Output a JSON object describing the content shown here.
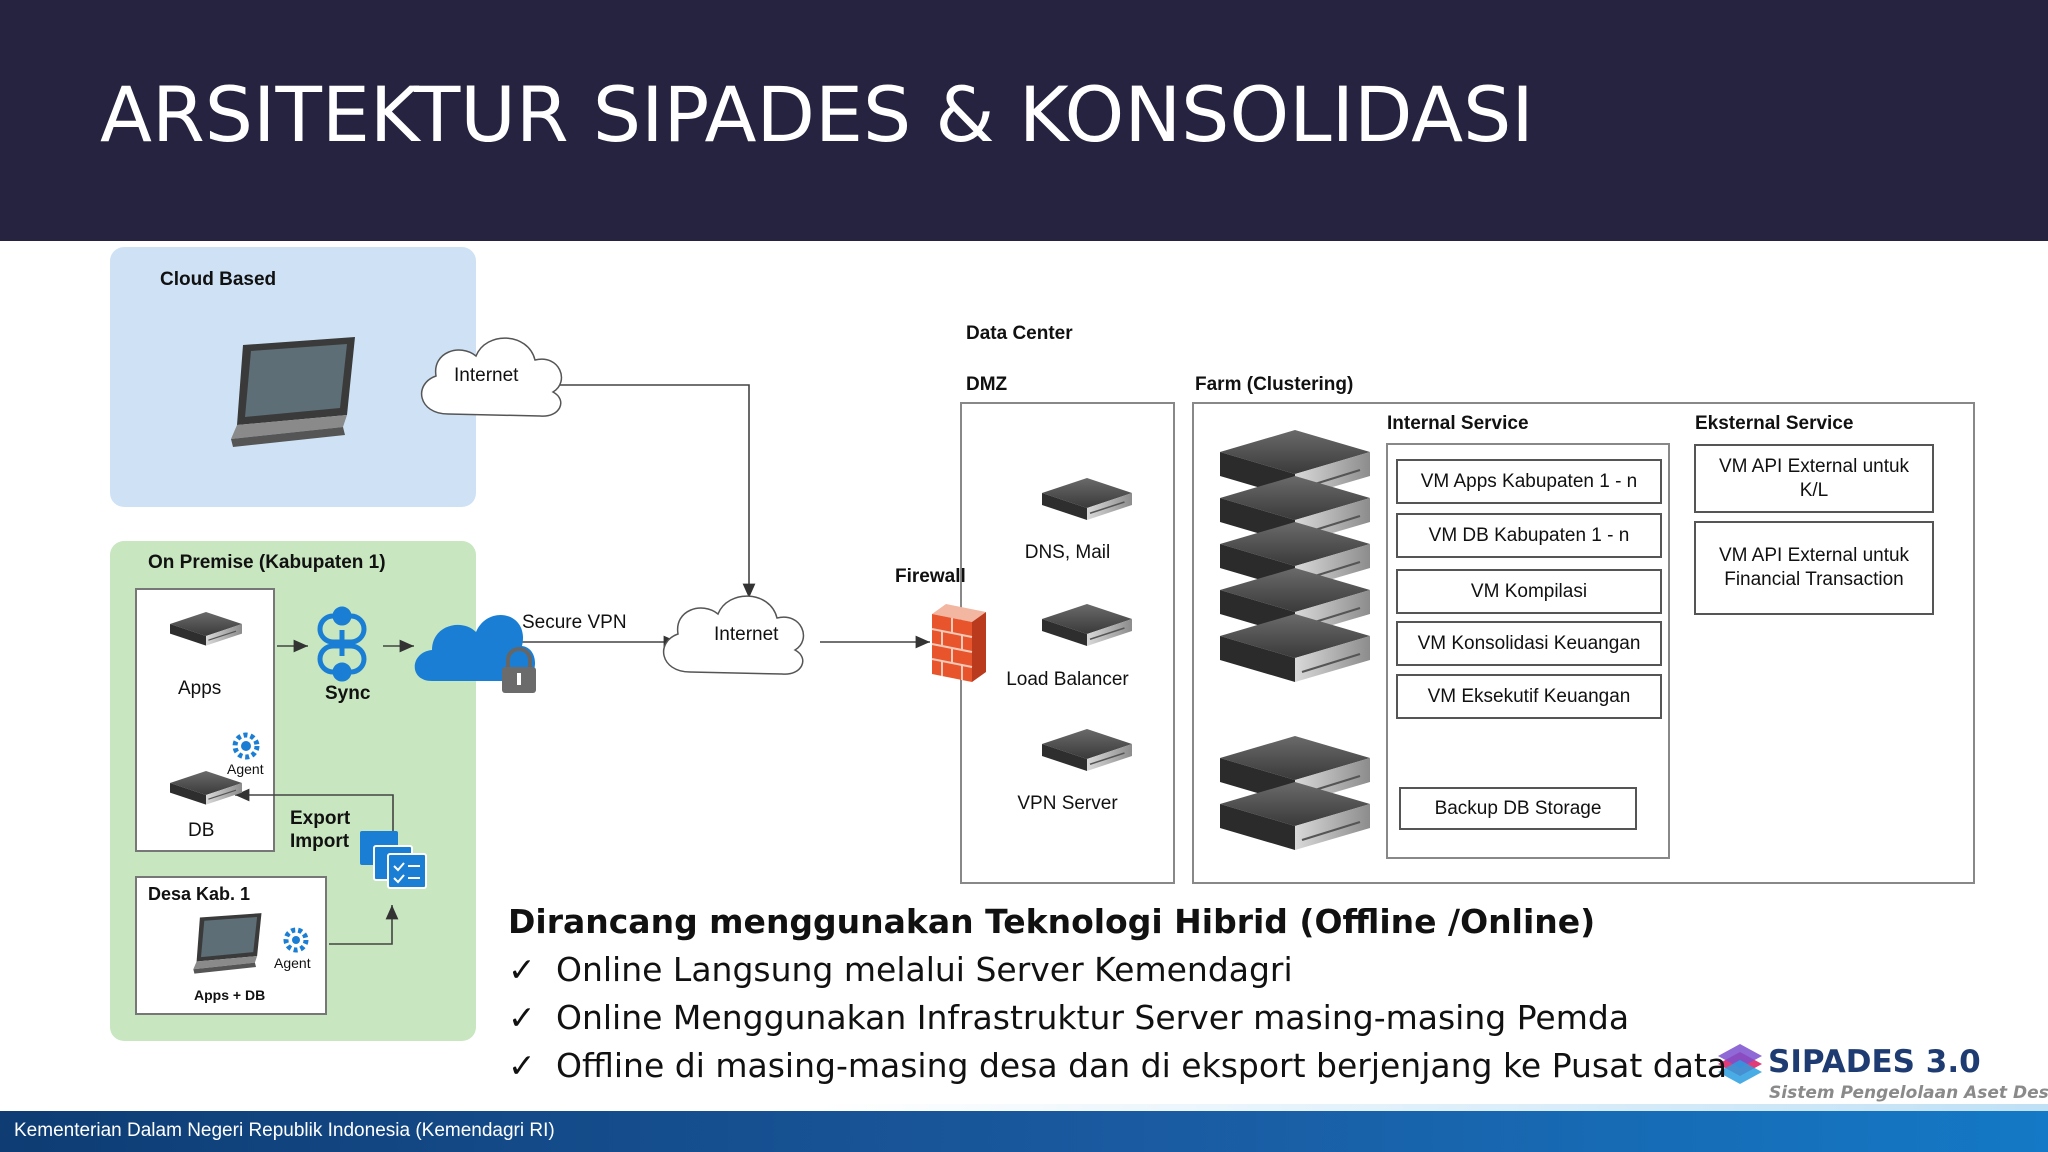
{
  "title": "ARSITEKTUR SIPADES & KONSOLIDASI",
  "cloud": {
    "label": "Cloud Based",
    "internet": "Internet"
  },
  "onprem": {
    "label": "On Premise (Kabupaten 1)",
    "apps": "Apps",
    "agent": "Agent",
    "db": "DB",
    "sync": "Sync",
    "export": "Export",
    "import": "Import",
    "desa_label": "Desa Kab. 1",
    "desa_agent": "Agent",
    "desa_apps_db": "Apps + DB"
  },
  "network": {
    "secure_vpn": "Secure VPN",
    "internet": "Internet",
    "firewall": "Firewall"
  },
  "datacenter": {
    "label": "Data Center",
    "dmz": "DMZ",
    "dmz_items": [
      "DNS, Mail",
      "Load Balancer",
      "VPN Server"
    ],
    "farm": "Farm (Clustering)",
    "internal_label": "Internal Service",
    "internal_items": [
      "VM Apps Kabupaten 1 - n",
      "VM DB Kabupaten 1 - n",
      "VM Kompilasi",
      "VM Konsolidasi Keuangan",
      "VM Eksekutif Keuangan"
    ],
    "backup": "Backup DB Storage",
    "external_label": "Eksternal Service",
    "external_items": [
      "VM API External untuk K/L",
      "VM API External untuk Financial Transaction"
    ]
  },
  "summary": {
    "heading": "Dirancang menggunakan Teknologi Hibrid (Offline /Online)",
    "check": "✓",
    "items": [
      "Online Langsung melalui Server Kemendagri",
      "Online Menggunakan Infrastruktur Server masing-masing Pemda",
      "Offline di masing-masing desa dan di eksport berjenjang ke Pusat data"
    ]
  },
  "logo": {
    "name": "SIPADES 3.0",
    "tagline": "Sistem Pengelolaan Aset Desa"
  },
  "footer": "Kementerian Dalam Negeri Republik Indonesia (Kemendagri RI)",
  "colors": {
    "header": "#25233f",
    "cloud_region": "#cfe2f5",
    "onprem_region": "#c8e6bf",
    "accent_blue": "#1a7fd4"
  }
}
